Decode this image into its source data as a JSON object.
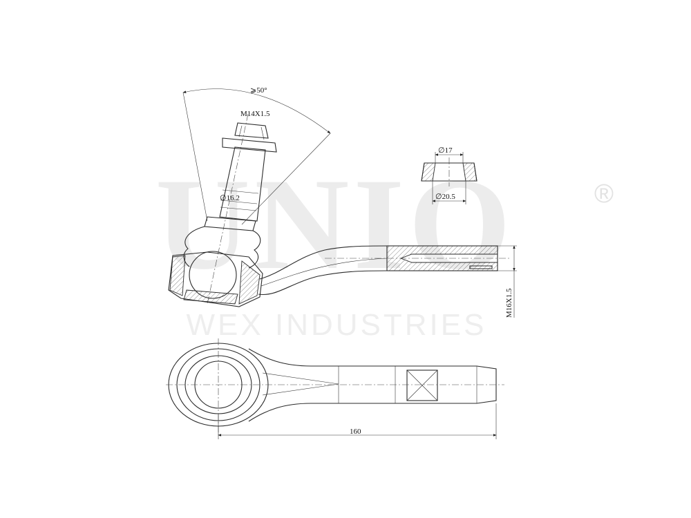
{
  "watermark": {
    "brand": "UNIO",
    "registered_mark": "®",
    "subtitle": "WEX INDUSTRIES"
  },
  "dimensions": {
    "swing_angle": "⩾50°",
    "stud_thread": "M14X1.5",
    "stud_diameter": "∅16.2",
    "nut_inner_diameter": "∅17",
    "nut_outer_diameter": "∅20.5",
    "shank_thread": "M16X1.5",
    "overall_length": "160"
  }
}
